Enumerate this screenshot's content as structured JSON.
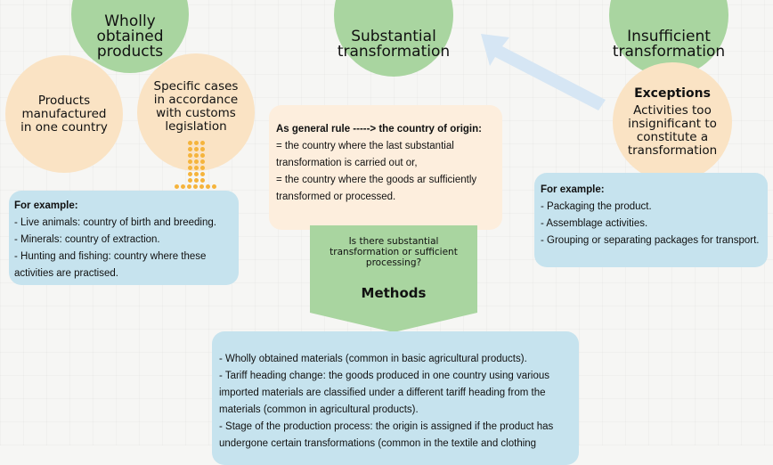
{
  "top": {
    "wholly": "Wholly\nobtained\nproducts",
    "substantial": "Substantial\ntransformation",
    "insufficient": "Insufficient\ntransformation"
  },
  "circles": {
    "products_country": "Products\nmanufactured\nin one country",
    "specific_cases": "Specific cases\nin accordance\nwith customs\nlegislation",
    "exceptions_title": "Exceptions",
    "exceptions_text": "Activities too\ninsignificant to\nconstitute a\ntransformation"
  },
  "left_box": {
    "head": "For example:",
    "items": [
      "- Live animals: country of birth and breeding.",
      "- Minerals: country of extraction.",
      "- Hunting and fishing: country where these activities are practised."
    ]
  },
  "center_box": {
    "head": "As general rule  -----> the country of origin:",
    "lines": [
      "= the country where the last substantial transformation is carried out or,",
      "= the country where the goods ar sufficiently transformed or processed."
    ]
  },
  "right_box": {
    "head": "For example:",
    "items": [
      "- Packaging the product.",
      "- Assemblage activities.",
      "- Grouping or separating packages for transport."
    ]
  },
  "methods": {
    "question": "Is there substantial\ntransformation or sufficient\nprocessing?",
    "title": "Methods"
  },
  "bottom_box": {
    "items": [
      "- Wholly obtained materials (common in basic agricultural products).",
      "- Tariff heading change: the goods produced in one country using various imported materials are classified under a different tariff heading from the materials (common in agricultural products).",
      "- Stage of the production process: the origin is assigned if the product has undergone certain transformations (common in the textile and clothing"
    ]
  },
  "colors": {
    "green": "#a9d5a0",
    "peach": "#fae3c4",
    "blue": "#c6e3ee",
    "cream": "#fdeedd",
    "arrow_orange": "#f5b43c",
    "arrow_blue": "#d6e6f4"
  }
}
